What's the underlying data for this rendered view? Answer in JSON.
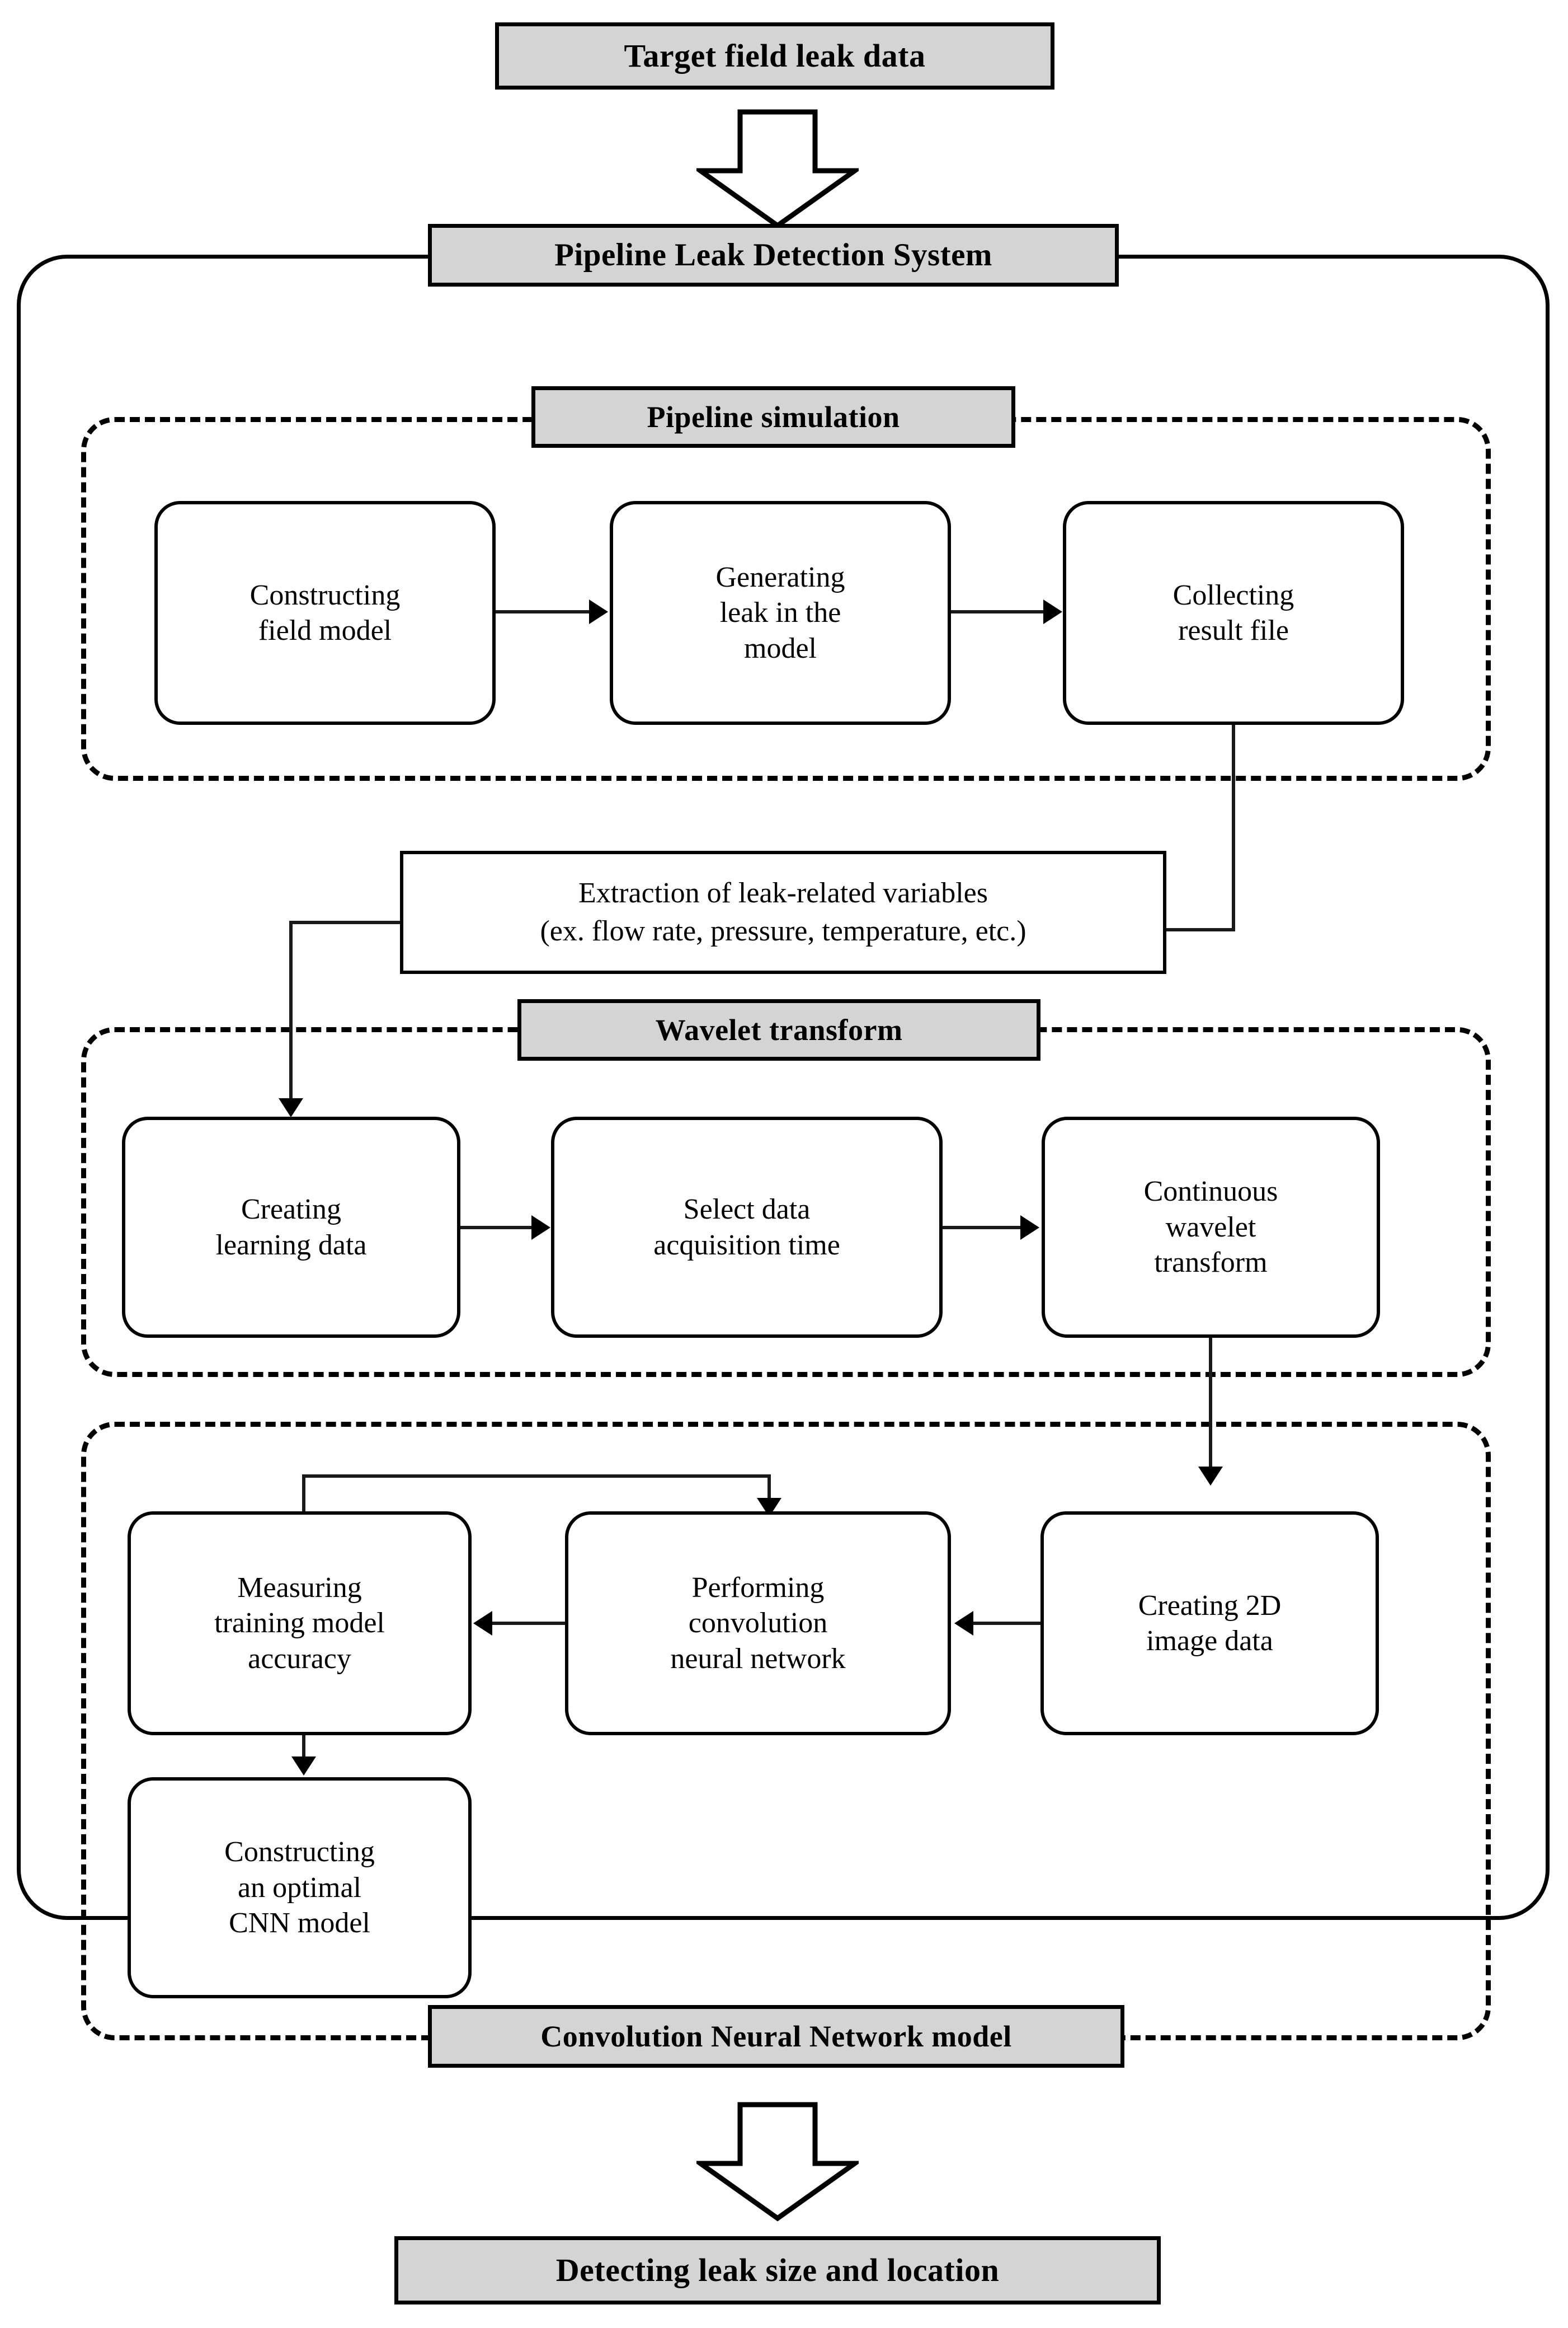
{
  "diagram": {
    "title": "Pipeline leak detection workflow",
    "colors": {
      "header_fill": "#d4d4d4",
      "box_fill": "#ffffff",
      "stroke": "#000000"
    },
    "input_terminal": {
      "label": "Target field leak data"
    },
    "output_terminal": {
      "label": "Detecting leak size and location"
    },
    "system_container": {
      "label": "Pipeline Leak Detection System"
    },
    "groups": [
      {
        "id": "pipeline-simulation",
        "label": "Pipeline simulation",
        "label_position": "top",
        "steps": [
          {
            "id": "constructing-field-model",
            "lines": [
              "Constructing",
              "field model"
            ]
          },
          {
            "id": "generating-leak",
            "lines": [
              "Generating",
              "leak in the",
              "model"
            ]
          },
          {
            "id": "collecting-result-file",
            "lines": [
              "Collecting",
              "result file"
            ]
          }
        ]
      },
      {
        "id": "wavelet-transform",
        "label": "Wavelet transform",
        "label_position": "top",
        "steps": [
          {
            "id": "creating-learning-data",
            "lines": [
              "Creating",
              "learning data"
            ]
          },
          {
            "id": "select-acquisition-time",
            "lines": [
              "Select data",
              "acquisition time"
            ]
          },
          {
            "id": "continuous-wavelet-transform",
            "lines": [
              "Continuous",
              "wavelet",
              "transform"
            ]
          }
        ]
      },
      {
        "id": "cnn-model",
        "label": "Convolution Neural Network model",
        "label_position": "bottom",
        "steps": [
          {
            "id": "measuring-accuracy",
            "lines": [
              "Measuring",
              "training model",
              "accuracy"
            ]
          },
          {
            "id": "performing-cnn",
            "lines": [
              "Performing",
              "convolution",
              "neural network"
            ]
          },
          {
            "id": "creating-2d-image-data",
            "lines": [
              "Creating 2D",
              "image data"
            ]
          },
          {
            "id": "constructing-optimal-cnn",
            "lines": [
              "Constructing",
              "an optimal",
              "CNN model"
            ]
          }
        ]
      }
    ],
    "intermediate_box": {
      "id": "extraction-of-variables",
      "lines": [
        "Extraction of leak-related variables",
        "(ex. flow rate, pressure, temperature, etc.)"
      ]
    },
    "connectors": [
      {
        "from": "target-field-leak-data",
        "to": "pipeline-leak-detection-system",
        "style": "block-arrow-down"
      },
      {
        "from": "constructing-field-model",
        "to": "generating-leak",
        "style": "arrow-right"
      },
      {
        "from": "generating-leak",
        "to": "collecting-result-file",
        "style": "arrow-right"
      },
      {
        "from": "collecting-result-file",
        "to": "extraction-of-variables",
        "style": "elbow-no-head"
      },
      {
        "from": "extraction-of-variables",
        "to": "creating-learning-data",
        "style": "elbow-arrow-down"
      },
      {
        "from": "creating-learning-data",
        "to": "select-acquisition-time",
        "style": "arrow-right"
      },
      {
        "from": "select-acquisition-time",
        "to": "continuous-wavelet-transform",
        "style": "arrow-right"
      },
      {
        "from": "continuous-wavelet-transform",
        "to": "creating-2d-image-data",
        "style": "arrow-down"
      },
      {
        "from": "creating-2d-image-data",
        "to": "performing-cnn",
        "style": "arrow-left"
      },
      {
        "from": "performing-cnn",
        "to": "measuring-accuracy",
        "style": "arrow-left"
      },
      {
        "from": "measuring-accuracy",
        "to": "performing-cnn",
        "style": "feedback-loop-up"
      },
      {
        "from": "measuring-accuracy",
        "to": "constructing-optimal-cnn",
        "style": "arrow-down"
      },
      {
        "from": "pipeline-leak-detection-system",
        "to": "detecting-leak-size-and-location",
        "style": "block-arrow-down"
      }
    ]
  }
}
